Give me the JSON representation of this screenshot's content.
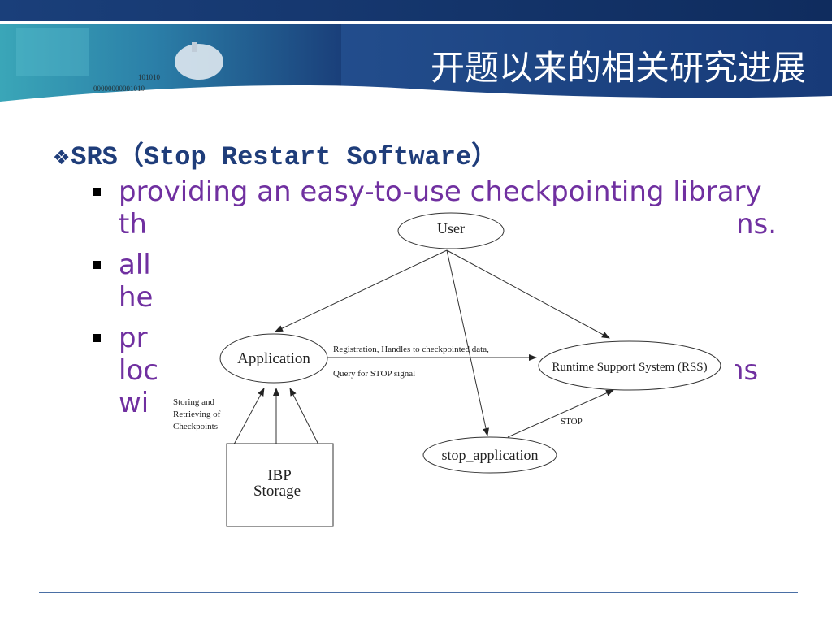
{
  "slide": {
    "title": "开题以来的相关研究进展",
    "binary_a": "101010",
    "binary_b": "00000000001010"
  },
  "section": {
    "diamond": "❖",
    "heading": "SRS（Stop Restart Software）"
  },
  "bullets": [
    {
      "line1": "providing an easy-to-use checkpointing library",
      "line2": "th",
      "line2_end": "ns."
    },
    {
      "line1": "all",
      "line2": "he"
    },
    {
      "line1": "pr",
      "line2": "loc",
      "line2_end": "ns",
      "line3": "wi"
    }
  ],
  "diagram": {
    "nodes": {
      "user": "User",
      "application": "Application",
      "rss": "Runtime Support System (RSS)",
      "stop_application": "stop_application",
      "ibp_line1": "IBP",
      "ibp_line2": "Storage"
    },
    "edge_labels": {
      "registration": "Registration, Handles to checkpointed data,",
      "query": "Query for STOP signal",
      "stop": "STOP",
      "storing_1": "Storing and",
      "storing_2": "Retrieving of",
      "storing_3": "Checkpoints"
    }
  }
}
